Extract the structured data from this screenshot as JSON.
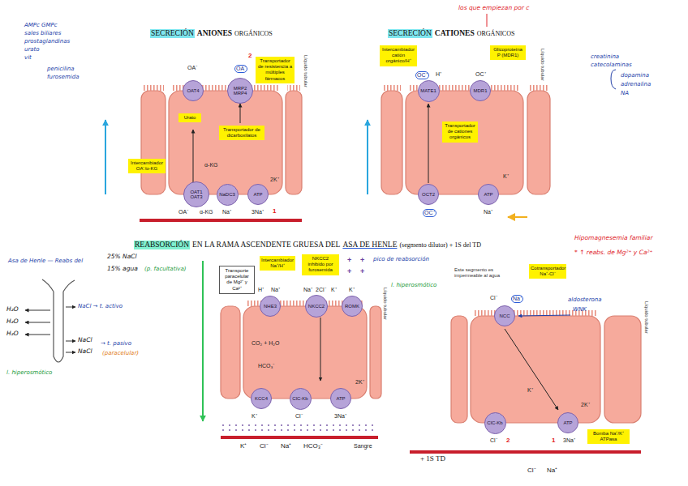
{
  "diagram": {
    "nodes": [
      {
        "text": [
          "Transportador de resistencia a múltiples fármacos"
        ]
      },
      {
        "text": [
          "OAT4"
        ]
      },
      {
        "text": [
          "MRP2 MRP4"
        ]
      },
      {
        "text": [
          "Urato"
        ]
      },
      {
        "text": [
          "Transportador de dicarboxilatos"
        ]
      },
      {
        "text": [
          "OAT1 OAT3"
        ]
      },
      {
        "text": [
          "NaDC3"
        ]
      },
      {
        "text": [
          "ATP"
        ]
      },
      {
        "text": [
          "Intercambiador OA⁻/α-KG"
        ]
      },
      {
        "text": [
          "Intercambiador catión orgánico/H⁺"
        ]
      },
      {
        "text": [
          "Glicoproteína P (MDR1)"
        ]
      },
      {
        "text": [
          "MATE1"
        ]
      },
      {
        "text": [
          "MDR1"
        ]
      },
      {
        "text": [
          "OCT2"
        ]
      },
      {
        "text": [
          "ATP"
        ]
      },
      {
        "text": [
          "Transportador de cationes orgánicos"
        ]
      },
      {
        "text": [
          "Transporte paracelular de Mg²⁺ y Ca²⁺"
        ]
      },
      {
        "text": [
          "Intercambiador Na⁺/H⁺"
        ]
      },
      {
        "text": [
          "NKCC2 inhibido por furosemida"
        ]
      },
      {
        "text": [
          "NHE3"
        ]
      },
      {
        "text": [
          "NKCC2"
        ]
      },
      {
        "text": [
          "ROMK"
        ]
      },
      {
        "text": [
          "KCC4"
        ]
      },
      {
        "text": [
          "ClC-Kb"
        ]
      },
      {
        "text": [
          "ATP"
        ]
      },
      {
        "text": [
          "Cotransportador Na⁺-Cl⁻"
        ]
      },
      {
        "text": [
          "NCC"
        ]
      },
      {
        "text": [
          "ClC-Kb"
        ]
      },
      {
        "text": [
          "ATP"
        ]
      },
      {
        "text": [
          "Bomba Na⁺/K⁺ ATPasa"
        ]
      }
    ],
    "labels": [
      "AMPc  GMPc",
      "sales biliares",
      "prostaglandinas",
      "urato",
      "vit",
      "penicilina",
      "furosemida",
      "SECRECIÓN",
      "ANIONES",
      "ORGÁNICOS",
      "SECRECIÓN",
      "CATIONES",
      "ORGÁNICOS",
      "los que empiezan por c",
      "creatinina",
      "catecolaminas",
      "dopamina",
      "adrenalina",
      "NA",
      "REABSORCIÓN",
      "EN LA RAMA ASCENDENTE GRUESA DEL",
      "ASA DE HENLE",
      "(segmento dilutor) + 1S del TD",
      "Hipomagnesemia familiar",
      "* ↑ reabs. de Mg²⁺ y Ca²⁺",
      "Asa de Henle — Reabs del",
      "25% NaCl",
      "15% agua",
      "(p. facultativa)",
      "pico de reabsorción",
      "l. hiperosmótico",
      "H₂O",
      "H₂O",
      "H₂O",
      "NaCl → t. activo",
      "NaCl",
      "NaCl",
      "→ t. pasivo",
      "(paracelular)",
      "l. hiperosmótico",
      "K⁺",
      "Cl⁻",
      "Na⁺",
      "HCO₃⁻",
      "Sangre",
      "Líquido tubular",
      "Líquido tubular",
      "Líquido tubular",
      "aldosterona",
      "WNK",
      "Líquido tubular",
      "+ 1S TD",
      "Cl⁻",
      "Na⁺",
      "OA⁻",
      "OA⁻",
      "α-KG",
      "Na⁺",
      "3Na⁺",
      "2K⁺",
      "OA⁻",
      "α-KG",
      "OC⁺",
      "H⁺",
      "OC⁺",
      "OC⁺",
      "K⁺",
      "Na⁺",
      "Na⁺",
      "2Cl⁻",
      "K⁺",
      "H⁺",
      "Na⁺",
      "K⁺",
      "CO₂ + H₂O",
      "HCO₃⁻",
      "Cl⁻",
      "K⁺",
      "3Na⁺",
      "2K⁺",
      "Na⁺",
      "Cl⁻",
      "Cl⁻",
      "K⁺",
      "3Na⁺",
      "2K⁺",
      "1",
      "2",
      "1",
      "2",
      "+",
      "+",
      "+",
      "+",
      "Este segmento es impermeable al agua"
    ]
  }
}
